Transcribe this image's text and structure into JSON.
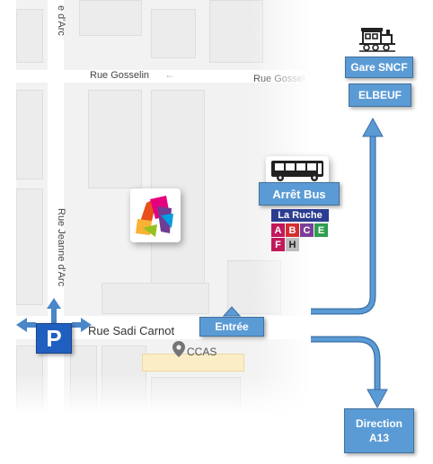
{
  "map": {
    "streets": {
      "rue_jeanne_darc_top": "e d'Arc",
      "rue_jeanne_darc": "Rue Jeanne d'Arc",
      "rue_gosselin": "Rue Gosselin",
      "rue_gosselin_right": "Rue Gossel",
      "rue_sadi_carnot": "Rue Sadi Carnot"
    },
    "poi": {
      "ccas_label": "CCAS"
    }
  },
  "labels": {
    "gare_sncf": "Gare SNCF",
    "elbeuf": "ELBEUF",
    "arret_bus": "Arrêt Bus",
    "la_ruche": "La Ruche",
    "entree": "Entrée",
    "direction": "Direction",
    "a13": "A13"
  },
  "bus_lines": [
    {
      "letter": "A",
      "color": "#c2185b"
    },
    {
      "letter": "B",
      "color": "#d32f2f"
    },
    {
      "letter": "C",
      "color": "#7b3f99"
    },
    {
      "letter": "E",
      "color": "#2e9e4f"
    },
    {
      "letter": "F",
      "color": "#c2185b"
    },
    {
      "letter": "H",
      "color": "#bdbdbd"
    }
  ],
  "icons": {
    "train": "train-icon",
    "bus": "bus-icon",
    "parking": "parking-icon",
    "location_pin": "location-pin-icon",
    "building_logo": "building-logo-icon"
  },
  "colors": {
    "accent_blue": "#5b9bd5",
    "dark_blue": "#2b3d8f",
    "parking_blue": "#1f5fbf"
  }
}
